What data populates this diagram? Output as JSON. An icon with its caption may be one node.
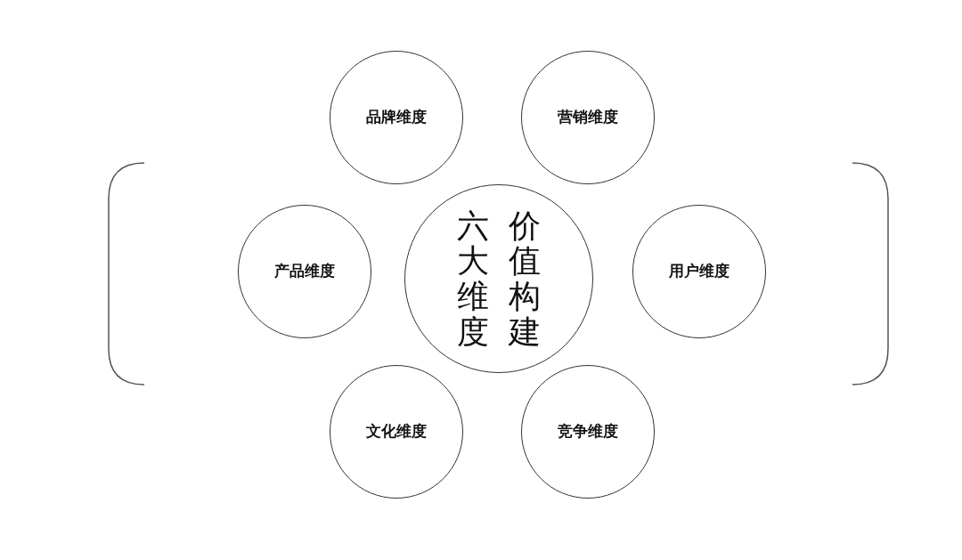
{
  "diagram": {
    "nodes": [
      {
        "text": [
          "品牌维度"
        ]
      },
      {
        "text": [
          "营销维度"
        ]
      },
      {
        "text": [
          "产品维度"
        ]
      },
      {
        "text": [
          "六大维度",
          "价值构建"
        ]
      },
      {
        "text": [
          "用户维度"
        ]
      },
      {
        "text": [
          "文化维度"
        ]
      },
      {
        "text": [
          "竞争维度"
        ]
      }
    ]
  }
}
